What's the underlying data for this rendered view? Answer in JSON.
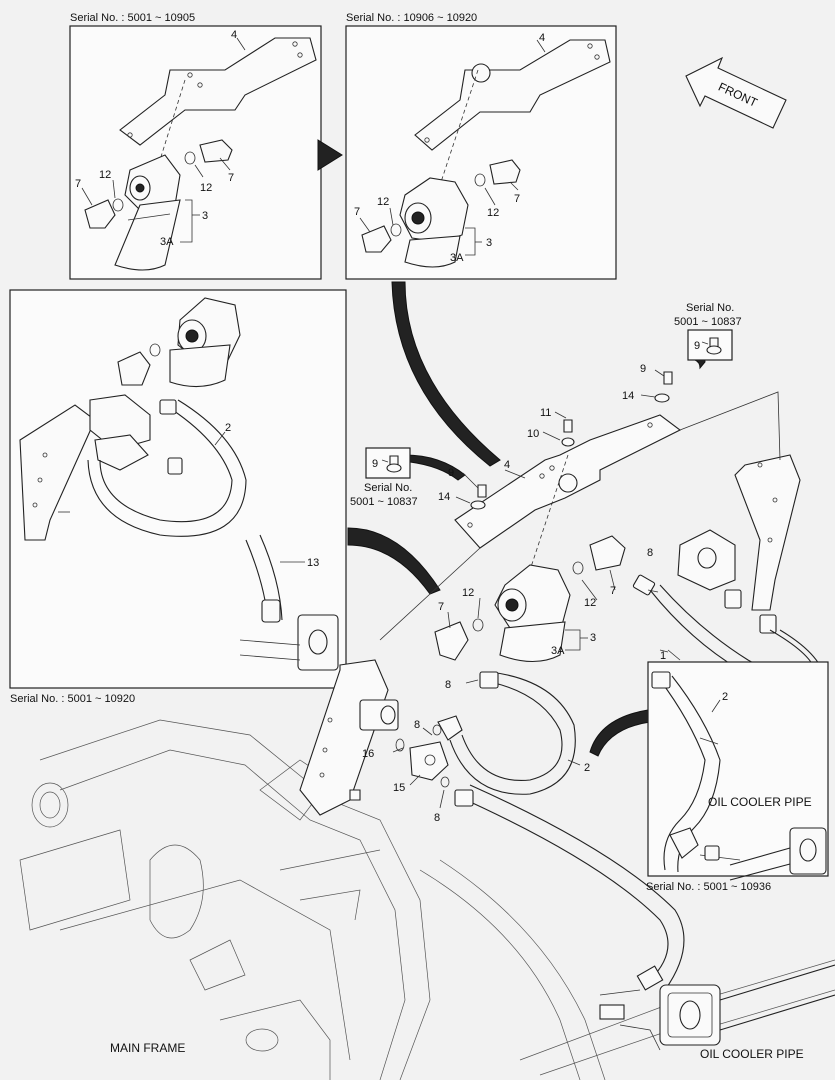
{
  "serials": {
    "top_left": "Serial No. : 5001 ~ 10905",
    "top_mid": "Serial No. : 10906 ~ 10920",
    "left_panel": "Serial No. : 5001 ~ 10920",
    "right_panel": "Serial No. : 5001 ~ 10936",
    "callout_right_title": "Serial No.",
    "callout_right_range": "5001 ~ 10837",
    "callout_left_title": "Serial No.",
    "callout_left_range": "5001 ~ 10837"
  },
  "text": {
    "front": "FRONT",
    "main_frame": "MAIN FRAME",
    "oil_cooler_pipe": "OIL COOLER PIPE"
  },
  "parts": {
    "p1": "1",
    "p2": "2",
    "p3": "3",
    "p3a": "3A",
    "p4": "4",
    "p7": "7",
    "p8": "8",
    "p9": "9",
    "p10": "10",
    "p11": "11",
    "p12": "12",
    "p13": "13",
    "p14": "14",
    "p15": "15",
    "p16": "16"
  },
  "colors": {
    "background": "#f2f2f2",
    "line": "#222222",
    "fill": "#111111"
  }
}
